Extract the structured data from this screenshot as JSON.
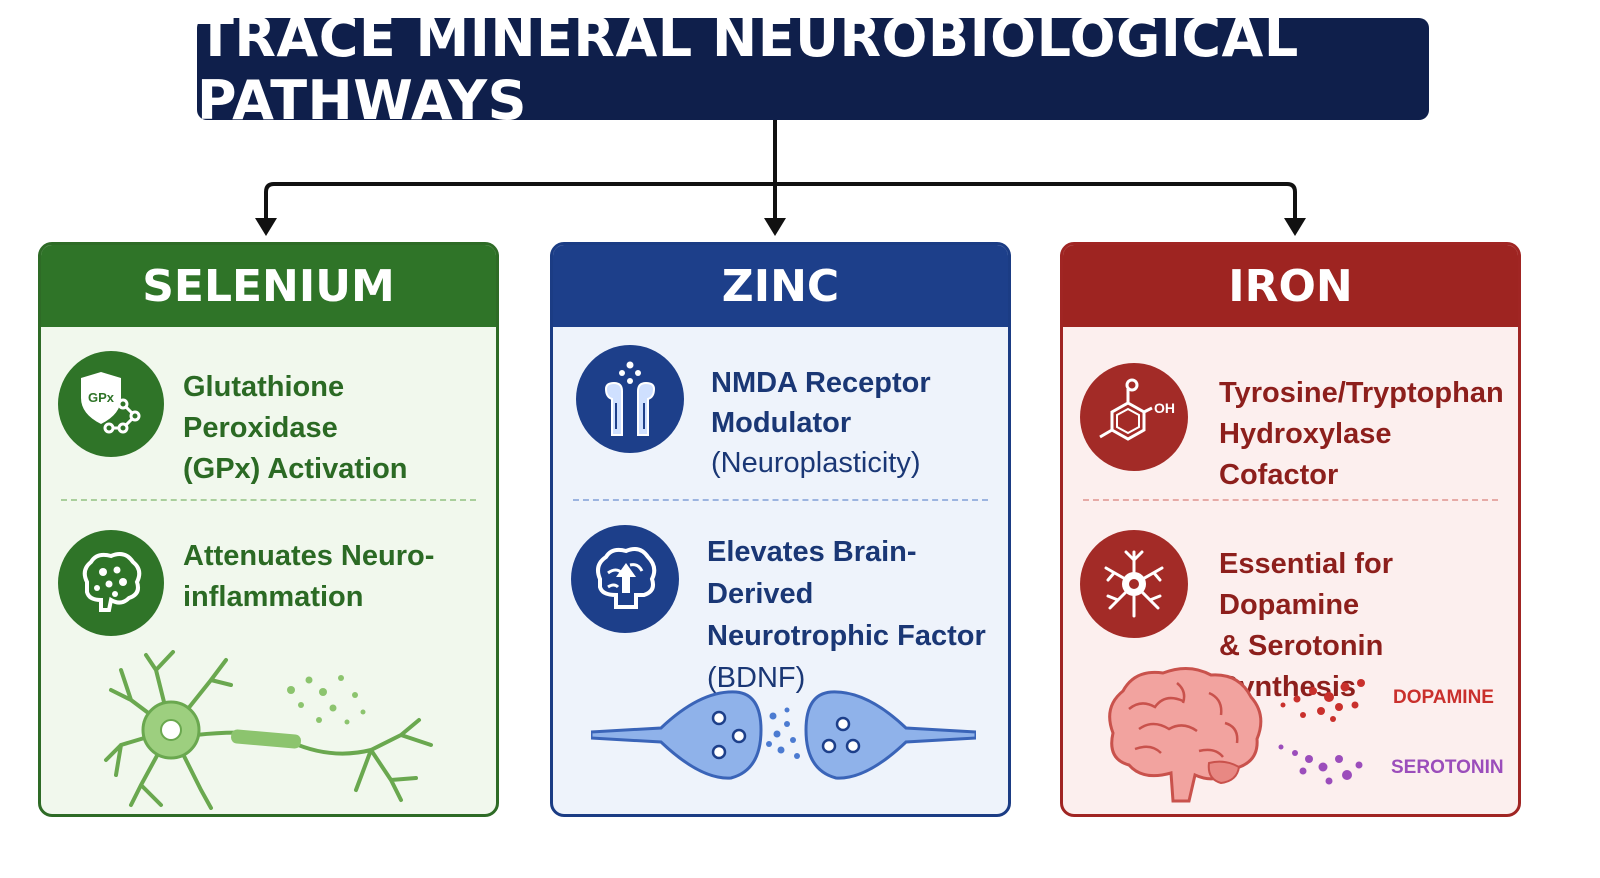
{
  "title": "TRACE MINERAL NEUROBIOLOGICAL PATHWAYS",
  "colors": {
    "title_bg": "#0f1f4b",
    "selenium": "#2f7428",
    "zinc": "#1d3f8a",
    "iron": "#9e2421"
  },
  "cards": {
    "selenium": {
      "name": "SELENIUM",
      "items": [
        {
          "icon": "gpx-shield-icon",
          "icon_label": "GPx",
          "line1": "Glutathione Peroxidase",
          "line2": "(GPx) Activation"
        },
        {
          "icon": "brain-inflammation-icon",
          "line1": "Attenuates Neuro-",
          "line2": "inflammation"
        }
      ],
      "illustration": "neuron-icon"
    },
    "zinc": {
      "name": "ZINC",
      "items": [
        {
          "icon": "nmda-receptor-icon",
          "line1": "NMDA Receptor",
          "line2": "Modulator",
          "line3": "(Neuroplasticity)"
        },
        {
          "icon": "brain-up-arrow-icon",
          "line1": "Elevates Brain-Derived",
          "line2": "Neurotrophic Factor",
          "line3": "(BDNF)"
        }
      ],
      "illustration": "synapse-icon"
    },
    "iron": {
      "name": "IRON",
      "items": [
        {
          "icon": "molecule-icon",
          "icon_label": "OH",
          "line1": "Tyrosine/Tryptophan",
          "line2": "Hydroxylase Cofactor"
        },
        {
          "icon": "neuron-cell-icon",
          "line1": "Essential for Dopamine",
          "line2": "& Serotonin Synthesis"
        }
      ],
      "illustration": "brain-icon",
      "legend": {
        "dopamine": "DOPAMINE",
        "serotonin": "SEROTONIN"
      }
    }
  }
}
